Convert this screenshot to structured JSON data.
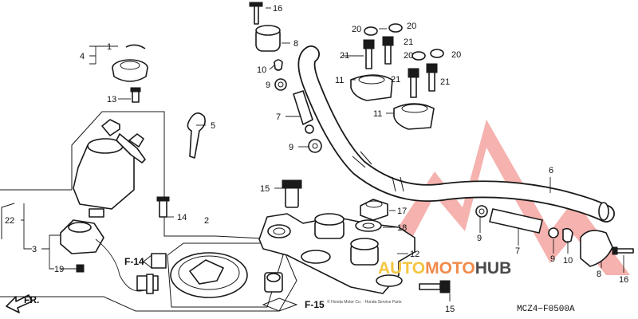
{
  "diagram": {
    "code": "MCZ4−F0500A",
    "direction_label": "FR.",
    "refs": [
      "F-14",
      "F-15"
    ],
    "fine_print": "© Honda Motor Co. · Honda Service Parts",
    "callouts": [
      "1",
      "2",
      "3",
      "4",
      "5",
      "6",
      "7",
      "7",
      "8",
      "8",
      "9",
      "9",
      "9",
      "9",
      "10",
      "10",
      "11",
      "11",
      "12",
      "13",
      "14",
      "15",
      "15",
      "16",
      "16",
      "17",
      "18",
      "19",
      "20",
      "20",
      "20",
      "20",
      "21",
      "21",
      "21",
      "21",
      "22"
    ]
  },
  "watermark": {
    "brand_a": "AUTO",
    "brand_b": "MOTO",
    "brand_c": "HUB",
    "color_a": "#f5c542",
    "color_b": "#f08a4b",
    "color_c": "#4a4a4a",
    "logo_color": "#e8433b"
  },
  "colors": {
    "line": "#1a1a1a",
    "background": "#ffffff"
  }
}
